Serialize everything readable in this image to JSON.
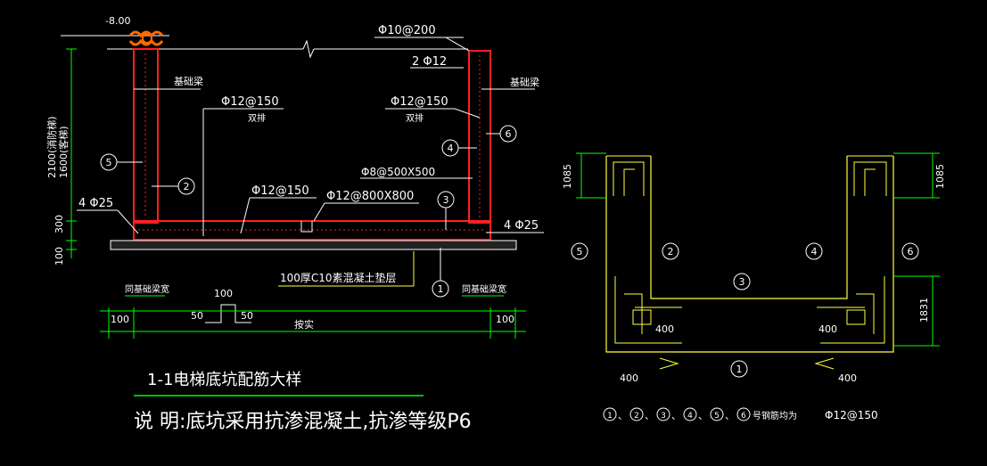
{
  "colors": {
    "background": "#000000",
    "wall_red": "#ff2020",
    "outline_white": "#ffffff",
    "dim_green": "#00ff00",
    "rebar_yellow": "#ffff40",
    "orange_mark": "#ff6a00",
    "title_underline": "#00ff00"
  },
  "section": {
    "top_elevation": "-8.00",
    "height_dim": "2100(消防梯)\n1600(客梯)",
    "dim_300": "300",
    "dim_100": "100",
    "label_jichuliang_left": "基础梁",
    "label_jichuliang_right": "基础梁",
    "rebar_phi10_200": "Φ10@200",
    "rebar_2phi12": "2 Φ12",
    "rebar_phi12_150_left": "Φ12@150",
    "label_double_left": "双排",
    "rebar_phi12_150_right": "Φ12@150",
    "label_double_right": "双排",
    "rebar_phi8": "Φ8@500X500",
    "rebar_phi12_150_bottom": "Φ12@150",
    "rebar_phi12_800": "Φ12@800X800",
    "rebar_4phi25_left": "4 Φ25",
    "rebar_4phi25_right": "4 Φ25",
    "circle_1": "1",
    "circle_2": "2",
    "circle_3": "3",
    "circle_4": "4",
    "circle_5": "5",
    "circle_6": "6",
    "cushion_label": "100厚C10素混凝土垫层",
    "beam_width_left": "同基础梁宽",
    "beam_width_right": "同基础梁宽",
    "dim_100_left": "100",
    "dim_100_right": "100",
    "dim_50_left": "50",
    "dim_50_right": "50",
    "dim_100_top": "100",
    "dim_actual": "按实"
  },
  "title": "1-1电梯底坑配筋大样",
  "note": "说  明:底坑采用抗渗混凝土,抗渗等级P6",
  "detail": {
    "dim_1085_left": "1085",
    "dim_1085_right": "1085",
    "dim_1831": "1831",
    "dim_400_a": "400",
    "dim_400_b": "400",
    "dim_400_c": "400",
    "dim_400_d": "400",
    "circle_1": "1",
    "circle_2": "2",
    "circle_3": "3",
    "circle_4": "4",
    "circle_5": "5",
    "circle_6": "6",
    "legend_circles": [
      "1",
      "2",
      "3",
      "4",
      "5",
      "6"
    ],
    "legend_separator": "、",
    "legend_text": "号钢筋均为",
    "legend_value": "Φ12@150"
  }
}
